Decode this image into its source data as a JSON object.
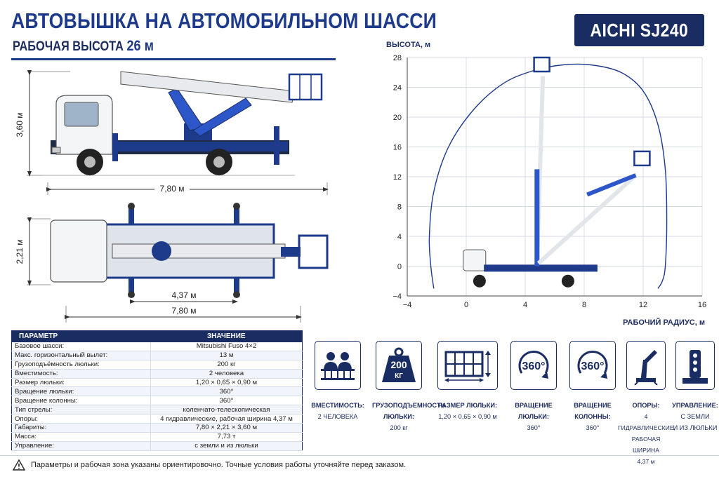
{
  "header": {
    "title": "АВТОВЫШКА НА АВТОМОБИЛЬНОМ ШАССИ",
    "subtitle_label": "РАБОЧАЯ ВЫСОТА",
    "subtitle_value": "26 м",
    "model": "AICHI SJ240"
  },
  "side_view": {
    "height_label": "3,60 м",
    "length_label": "7,80 м"
  },
  "top_view": {
    "width_label": "2,21 м",
    "outrigger_label": "4,37 м",
    "length_label": "7,80 м"
  },
  "colors": {
    "brand": "#1e3a8a",
    "dark": "#1a2d63",
    "grid": "#c8cedb"
  },
  "chart_data": {
    "type": "line",
    "title": "",
    "ylabel": "ВЫСОТА, м",
    "xlabel": "РАБОЧИЙ РАДИУС, м",
    "xlim": [
      -4,
      16
    ],
    "ylim": [
      -4,
      28
    ],
    "x_ticks": [
      "−4",
      "0",
      "4",
      "8",
      "12",
      "16"
    ],
    "y_ticks": [
      "28",
      "24",
      "20",
      "16",
      "12",
      "8",
      "4",
      "0",
      "−4"
    ],
    "grid": true,
    "series": [
      {
        "x": [
          -2.2,
          -2.4,
          -2.5,
          -2.2,
          -1.2,
          0.5,
          2.5,
          4.5,
          6.5,
          8.5,
          10.5,
          12.0,
          13.0,
          13.5,
          13.6,
          13.5,
          13.3,
          13.0
        ],
        "y": [
          -3.0,
          0,
          4,
          10,
          16,
          21,
          24.5,
          26.2,
          27.0,
          27.0,
          26.0,
          23.5,
          19.0,
          13.0,
          6.0,
          0,
          -2.0,
          -3.0
        ]
      }
    ]
  },
  "spec_table": {
    "headers": [
      "ПАРАМЕТР",
      "ЗНАЧЕНИЕ"
    ],
    "rows": [
      [
        "Базовое шасси:",
        "Mitsubishi Fuso 4×2"
      ],
      [
        "Макс. горизонтальный вылет:",
        "13 м"
      ],
      [
        "Грузоподъёмность люльки:",
        "200 кг"
      ],
      [
        "Вместимость:",
        "2 человека"
      ],
      [
        "Размер люльки:",
        "1,20 × 0,65 × 0,90 м"
      ],
      [
        "Вращение люльки:",
        "360°"
      ],
      [
        "Вращение колонны:",
        "360°"
      ],
      [
        "Тип стрелы:",
        "коленчато-телескопическая"
      ],
      [
        "Опоры:",
        "4 гидравлические, рабочая ширина 4,37 м"
      ],
      [
        "Габариты:",
        "7,80 × 2,21 × 3,60 м"
      ],
      [
        "Масса:",
        "7,73 т"
      ],
      [
        "Управление:",
        "с земли и из люльки"
      ]
    ]
  },
  "features": [
    {
      "icon": "two-people-icon",
      "caption": "ВМЕСТИМОСТЬ:",
      "value": "2 ЧЕЛОВЕКА"
    },
    {
      "icon": "weight-icon",
      "badge": "200\nКГ",
      "caption": "ГРУЗОПОДЪЕМНОСТЬ\nЛЮЛЬКИ:",
      "value": "200 кг"
    },
    {
      "icon": "basket-size-icon",
      "caption": "РАЗМЕР ЛЮЛЬКИ:",
      "value": "1,20 × 0,65 × 0,90 м"
    },
    {
      "icon": "rotation-360-icon",
      "badge": "360°",
      "caption": "ВРАЩЕНИЕ\nЛЮЛЬКИ:",
      "value": "360°"
    },
    {
      "icon": "rotation-360-icon",
      "badge": "360°",
      "caption": "ВРАЩЕНИЕ\nКОЛОННЫ:",
      "value": "360°"
    },
    {
      "icon": "outrigger-icon",
      "caption": "ОПОРЫ:",
      "value": "4 ГИДРАВЛИЧЕСКИЕ,\nРАБОЧАЯ ШИРИНА\n4,37 м"
    },
    {
      "icon": "control-panel-icon",
      "caption": "УПРАВЛЕНИЕ:",
      "value": "С ЗЕМЛИ\nИ ИЗ ЛЮЛЬКИ"
    }
  ],
  "footer": {
    "text": "Параметры и рабочая зона указаны ориентировочно. Точные условия работы уточняйте перед заказом."
  }
}
